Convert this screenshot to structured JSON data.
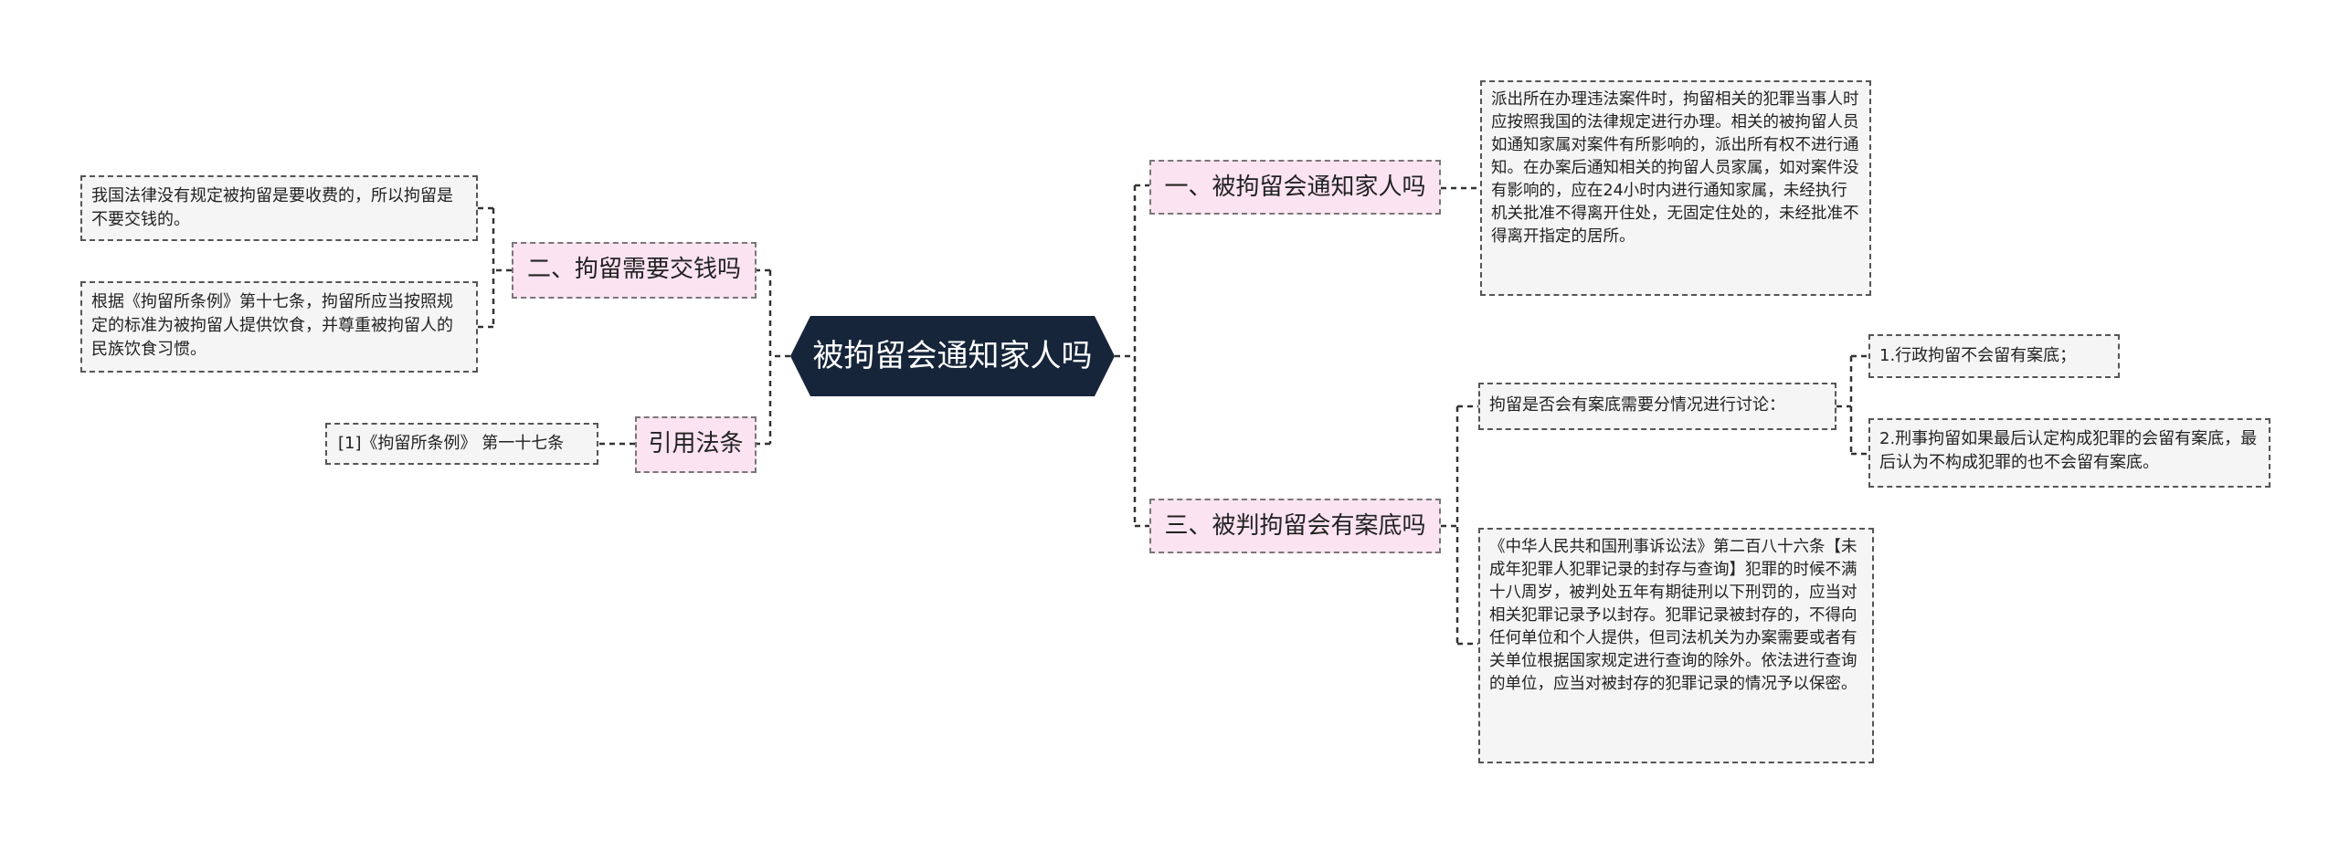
{
  "root": {
    "label": "被拘留会通知家人吗"
  },
  "left": {
    "branch_fee": {
      "label": "二、拘留需要交钱吗",
      "leaf_1": "我国法律没有规定被拘留是要收费的，所以拘留是不要交钱的。",
      "leaf_2": "根据《拘留所条例》第十七条，拘留所应当按照规定的标准为被拘留人提供饮食，并尊重被拘留人的民族饮食习惯。"
    },
    "branch_law": {
      "label": "引用法条",
      "leaf_1": "[1]《拘留所条例》 第一十七条"
    }
  },
  "right": {
    "branch_notify": {
      "label": "一、被拘留会通知家人吗",
      "leaf_1": "派出所在办理违法案件时，拘留相关的犯罪当事人时应按照我国的法律规定进行办理。相关的被拘留人员如通知家属对案件有所影响的，派出所有权不进行通知。在办案后通知相关的拘留人员家属，如对案件没有影响的，应在24小时内进行通知家属，未经执行机关批准不得离开住处，无固定住处的，未经批准不得离开指定的居所。"
    },
    "branch_record": {
      "label": "三、被判拘留会有案底吗",
      "sub": {
        "label": "拘留是否会有案底需要分情况进行讨论：",
        "leaf_1": "1.行政拘留不会留有案底；",
        "leaf_2": "2.刑事拘留如果最后认定构成犯罪的会留有案底，最后认为不构成犯罪的也不会留有案底。"
      },
      "leaf_1": "《中华人民共和国刑事诉讼法》第二百八十六条【未成年犯罪人犯罪记录的封存与查询】犯罪的时候不满十八周岁，被判处五年有期徒刑以下刑罚的，应当对相关犯罪记录予以封存。犯罪记录被封存的，不得向任何单位和个人提供，但司法机关为办案需要或者有关单位根据国家规定进行查询的除外。依法进行查询的单位，应当对被封存的犯罪记录的情况予以保密。"
    }
  },
  "colors": {
    "root_fill": "#16253a",
    "branch_fill": "#fbe3f1",
    "leaf_fill": "#f5f5f5",
    "connector": "#333333"
  }
}
